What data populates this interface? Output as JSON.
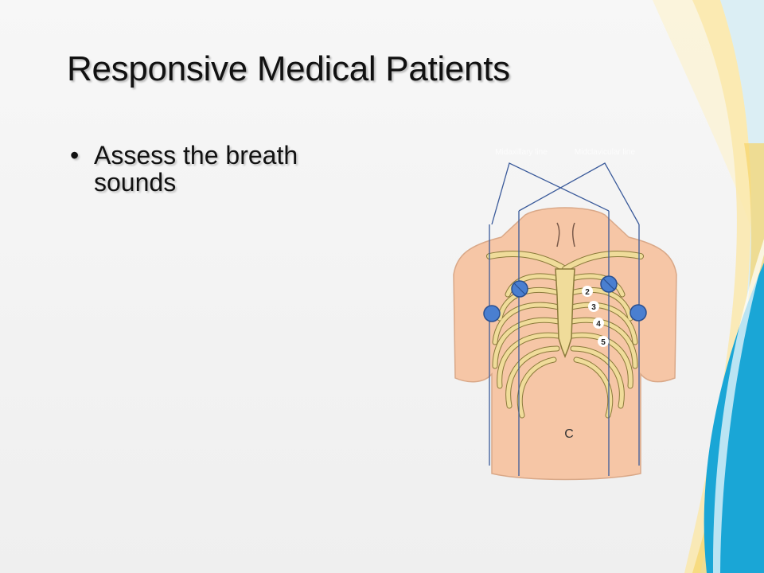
{
  "slide": {
    "title": "Responsive Medical Patients",
    "bullets": [
      {
        "text": "Assess the breath sounds"
      }
    ]
  },
  "figure": {
    "labels": {
      "midaxillary": "Midaxillary line",
      "midclavicular": "Midclavicular line",
      "rib_numbers": [
        "2",
        "3",
        "4",
        "5"
      ],
      "center_letter": "C"
    },
    "colors": {
      "skin": "#f6c6a6",
      "bone": "#f0dc9a",
      "bone_outline": "#8a7a3a",
      "line": "#3a5a9a",
      "marker": "#4a7fd0"
    }
  },
  "theme": {
    "colors": {
      "wave_blue": "#1aa6d6",
      "wave_light_blue": "#bfe3f3",
      "wave_yellow": "#f7d46a"
    }
  }
}
